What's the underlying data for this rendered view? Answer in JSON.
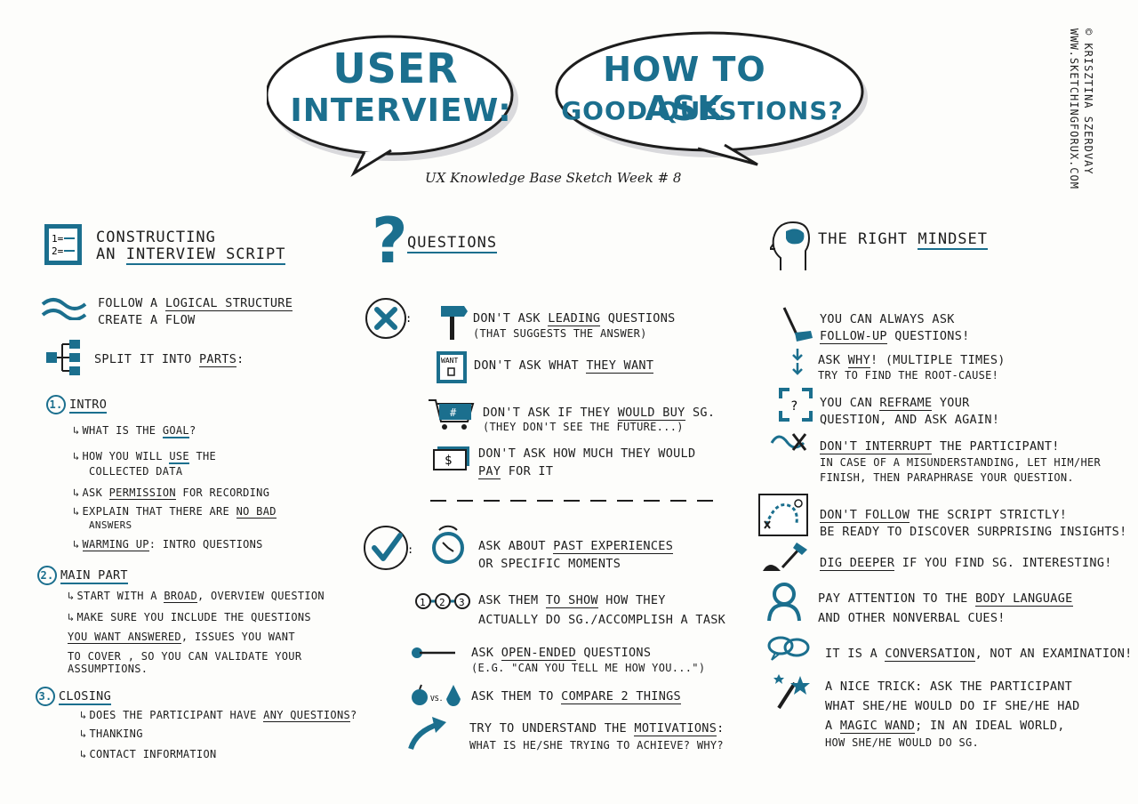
{
  "header": {
    "bubble_left": {
      "line1": "USER",
      "line2": "INTERVIEW:"
    },
    "bubble_right": {
      "line1": "HOW TO ASK",
      "line2": "GOOD QUESTIONS?"
    },
    "subtitle": "UX Knowledge Base Sketch Week # 8",
    "credit_line1": "© KRISZTINA SZERDVAY",
    "credit_line2": "WWW.SKETCHINGFORUX.COM"
  },
  "colors": {
    "accent": "#1b6f8e",
    "ink": "#1d1d1d",
    "paper": "#fdfdfb"
  },
  "left": {
    "heading_line1": "CONSTRUCTING",
    "heading_line2_pre": "AN ",
    "heading_line2_ul": "INTERVIEW SCRIPT",
    "structure_pre": "FOLLOW A ",
    "structure_ul": "LOGICAL STRUCTURE",
    "structure_line2": "CREATE A FLOW",
    "split_pre": "SPLIT IT INTO ",
    "split_ul": "PARTS",
    "split_post": ":",
    "intro": {
      "num": "1.",
      "label": "INTRO",
      "item1_pre": "WHAT IS THE ",
      "item1_ul": "GOAL",
      "item1_post": "?",
      "item2_pre": "HOW YOU WILL ",
      "item2_ul": "USE",
      "item2_post": " THE",
      "item2_line2": "COLLECTED DATA",
      "item3_pre": "ASK ",
      "item3_ul": "PERMISSION",
      "item3_post": " FOR RECORDING",
      "item4_pre": "EXPLAIN THAT THERE ARE ",
      "item4_ul": "NO BAD",
      "item4_line2": "ANSWERS",
      "item5_ul": "WARMING UP",
      "item5_post": ": INTRO QUESTIONS"
    },
    "main": {
      "num": "2.",
      "label": "MAIN PART",
      "item1_pre": "START WITH A ",
      "item1_ul": "BROAD",
      "item1_post": ", OVERVIEW QUESTION",
      "item2_line1": "MAKE SURE YOU INCLUDE THE QUESTIONS",
      "item2_ul": "YOU WANT ANSWERED",
      "item2_post": ", ISSUES YOU WANT",
      "item2_line3": "TO COVER , SO YOU CAN VALIDATE YOUR",
      "item2_line4": "ASSUMPTIONS."
    },
    "closing": {
      "num": "3.",
      "label": "CLOSING",
      "item1_pre": "DOES THE PARTICIPANT HAVE ",
      "item1_ul": "ANY QUESTIONS",
      "item1_post": "?",
      "item2": "THANKING",
      "item3": "CONTACT INFORMATION"
    }
  },
  "middle": {
    "heading": "QUESTIONS",
    "dont1_pre": "DON'T ASK ",
    "dont1_ul": "LEADING",
    "dont1_post": " QUESTIONS",
    "dont1_line2": "(THAT SUGGESTS THE ANSWER)",
    "want_icon_label": "WANT",
    "dont2_pre": "DON'T ASK WHAT ",
    "dont2_ul": "THEY WANT",
    "dont3_pre": "DON'T ASK IF THEY ",
    "dont3_ul": "WOULD BUY",
    "dont3_post": " SG.",
    "dont3_line2": "(THEY DON'T SEE THE FUTURE...)",
    "dont4_line1": "DON'T ASK HOW MUCH THEY WOULD",
    "dont4_ul": "PAY",
    "dont4_post": " FOR IT",
    "do1_pre": "ASK ABOUT ",
    "do1_ul": "PAST EXPERIENCES",
    "do1_line2": "OR SPECIFIC MOMENTS",
    "steps": [
      "1",
      "2",
      "3"
    ],
    "do2_pre": "ASK THEM ",
    "do2_ul": "TO SHOW",
    "do2_post": " HOW THEY",
    "do2_line2": "ACTUALLY DO SG./ACCOMPLISH A TASK",
    "do3_pre": "ASK ",
    "do3_ul": "OPEN-ENDED",
    "do3_post": " QUESTIONS",
    "do3_line2": "(E.G. \"CAN YOU TELL ME HOW YOU...\")",
    "vs_label": "VS.",
    "do4_pre": "ASK THEM TO ",
    "do4_ul": "COMPARE 2 THINGS",
    "do5_pre": "TRY TO UNDERSTAND THE ",
    "do5_ul": "MOTIVATIONS",
    "do5_post": ":",
    "do5_line2": "WHAT IS HE/SHE TRYING TO ACHIEVE? WHY?"
  },
  "right": {
    "heading_pre": "THE RIGHT ",
    "heading_ul": "MINDSET",
    "m1_line1": "YOU CAN ALWAYS ASK",
    "m1_ul": "FOLLOW-UP",
    "m1_post": " QUESTIONS!",
    "m2_pre": "ASK ",
    "m2_ul": "WHY",
    "m2_post": "! (MULTIPLE TIMES)",
    "m2_line2": "TRY TO FIND THE ROOT-CAUSE!",
    "m3_pre": "YOU CAN ",
    "m3_ul": "REFRAME",
    "m3_post": " YOUR",
    "m3_line2": "QUESTION, AND ASK AGAIN!",
    "m4_ul": "DON'T INTERRUPT",
    "m4_post": " THE PARTICIPANT!",
    "m4_line2": "IN CASE OF A MISUNDERSTANDING, LET HIM/HER",
    "m4_line3": "FINISH, THEN PARAPHRASE YOUR QUESTION.",
    "m5_ul": "DON'T FOLLOW",
    "m5_post": " THE SCRIPT STRICTLY!",
    "m5_line2": "BE READY TO DISCOVER SURPRISING INSIGHTS!",
    "m6_ul": "DIG DEEPER",
    "m6_post": " IF YOU FIND SG. INTERESTING!",
    "m7_pre": "PAY ATTENTION TO THE ",
    "m7_ul": "BODY LANGUAGE",
    "m7_line2": "AND OTHER NONVERBAL CUES!",
    "m8_pre": "IT IS A ",
    "m8_ul": "CONVERSATION",
    "m8_post": ", NOT AN EXAMINATION!",
    "m9_line1": "A NICE TRICK: ASK THE PARTICIPANT",
    "m9_line2": "WHAT SHE/HE WOULD DO IF SHE/HE HAD",
    "m9_pre": "A ",
    "m9_ul": "MAGIC WAND",
    "m9_post": "; IN AN IDEAL WORLD,",
    "m9_line4": "HOW SHE/HE WOULD DO SG."
  }
}
